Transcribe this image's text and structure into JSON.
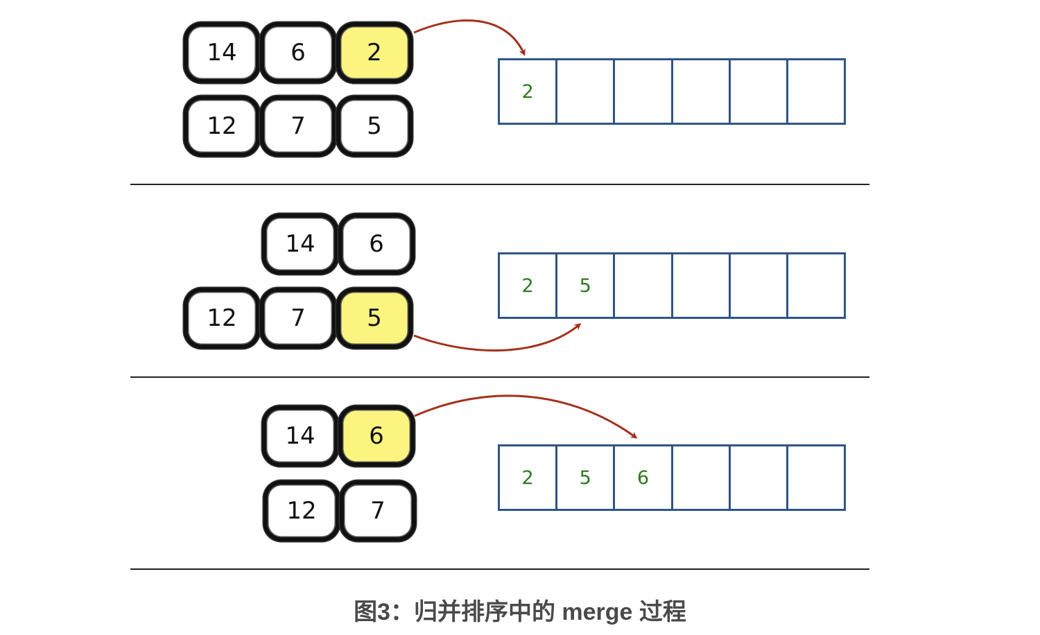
{
  "panels": [
    {
      "top_row": [
        "14",
        "6",
        "2"
      ],
      "bottom_row": [
        "12",
        "7",
        "5"
      ],
      "highlight": "2",
      "output": [
        "2",
        "",
        "",
        "",
        "",
        ""
      ]
    },
    {
      "top_row": [
        "14",
        "6"
      ],
      "bottom_row": [
        "12",
        "7",
        "5"
      ],
      "highlight": "5",
      "output": [
        "2",
        "5",
        "",
        "",
        "",
        ""
      ]
    },
    {
      "top_row": [
        "14",
        "6"
      ],
      "bottom_row": [
        "12",
        "7"
      ],
      "highlight": "6",
      "output": [
        "2",
        "5",
        "6",
        "",
        "",
        ""
      ]
    }
  ],
  "caption": "图3：归并排序中的 merge 过程",
  "colors": {
    "highlight": "#fbf580",
    "array_border": "#2f5486",
    "output_text": "#2e7a1e",
    "arrow": "#a4301c"
  }
}
